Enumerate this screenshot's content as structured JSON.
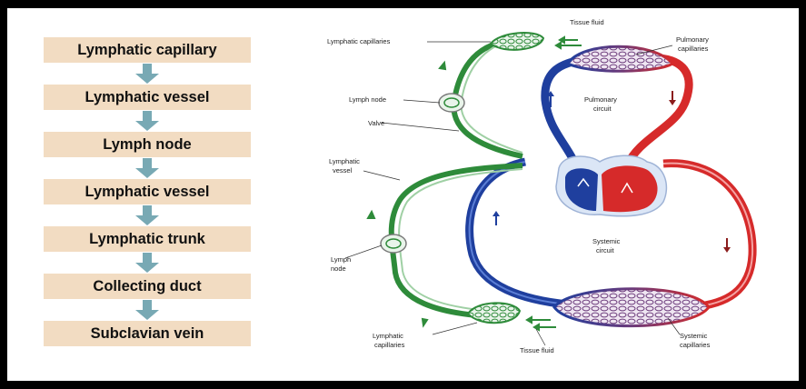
{
  "flowchart": {
    "steps": [
      "Lymphatic capillary",
      "Lymphatic vessel",
      "Lymph node",
      "Lymphatic vessel",
      "Lymphatic trunk",
      "Collecting duct",
      "Subclavian vein"
    ],
    "box_color": "#f2dcc2",
    "arrow_color": "#78a9b4"
  },
  "diagram": {
    "labels": {
      "lymphatic_capillaries_top": "Lymphatic capillaries",
      "tissue_fluid_top": "Tissue fluid",
      "pulmonary_capillaries": "Pulmonary capillaries",
      "lymph_node_top": "Lymph node",
      "valve": "Valve",
      "pulmonary_circuit": "Pulmonary circuit",
      "lymphatic_vessel": "Lymphatic vessel",
      "systemic_circuit": "Systemic circuit",
      "lymph_node_bottom": "Lymph node",
      "lymphatic_capillaries_bottom": "Lymphatic capillaries",
      "tissue_fluid_bottom": "Tissue fluid",
      "systemic_capillaries": "Systemic capillaries"
    },
    "colors": {
      "lymph": "#2e8b3a",
      "venous": "#1f3f9e",
      "arterial": "#d62a2a",
      "capillary_bed": "#6b3a7a"
    }
  }
}
